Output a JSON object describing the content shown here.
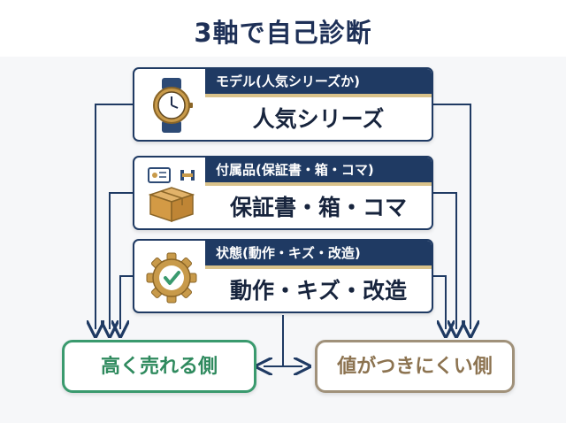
{
  "title": "3軸で自己診断",
  "cards": [
    {
      "header": "モデル(人気シリーズか)",
      "main": "人気シリーズ",
      "icon": "wristwatch-icon"
    },
    {
      "header": "付属品(保証書・箱・コマ)",
      "main": "保証書・箱・コマ",
      "icon": "box-and-card-icon"
    },
    {
      "header": "状態(動作・キズ・改造)",
      "main": "動作・キズ・改造",
      "icon": "gear-check-icon"
    }
  ],
  "outcomes": {
    "good": "高く売れる側",
    "bad": "値がつきにくい側"
  },
  "colors": {
    "navy": "#1f3a63",
    "gold": "#d9c28a",
    "green": "#3a9a6e",
    "taupe": "#a0917a"
  }
}
